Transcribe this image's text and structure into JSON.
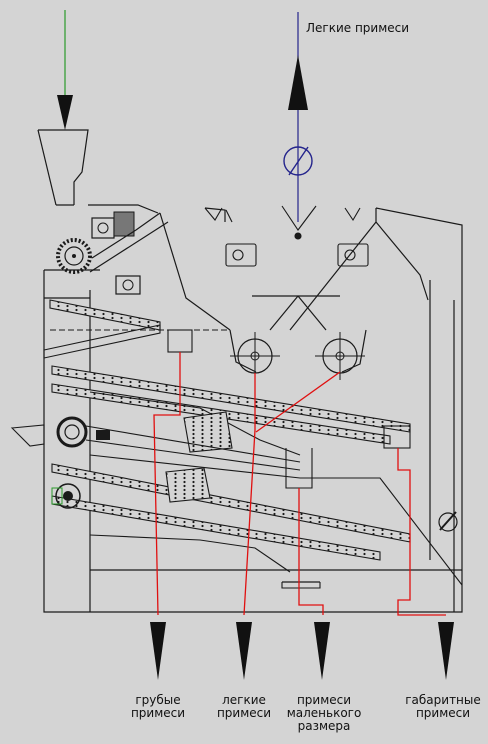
{
  "labels": {
    "light_top": "Легкие примеси",
    "coarse": "грубые\nпримеси",
    "light": "легкие\nпримеси",
    "small": "примеси\nмаленького\nразмера",
    "oversized": "габаритные\nпримеси"
  },
  "colors": {
    "background": "#d4d4d4",
    "line": "#1a1a1a",
    "flow": "#e01010",
    "input": "#2a9a2a",
    "air": "#24248c"
  }
}
